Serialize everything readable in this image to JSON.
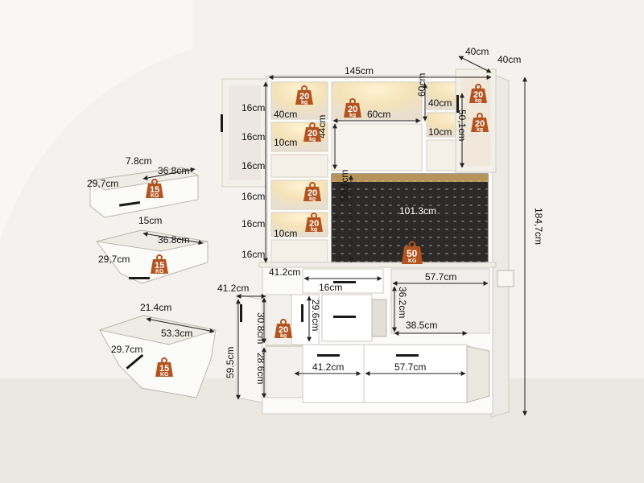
{
  "colors": {
    "background_wall": "#f1efec",
    "floor": "#e7e3de",
    "cabinet": "#fbfbfa",
    "cabinet_edge": "#cfcac3",
    "shelf_glow": "#f4d8a0",
    "pegboard": "#2b2a28",
    "weight_badge": "#b4531e",
    "dim_line": "#222222",
    "handle": "#1a1a1a"
  },
  "dimensions": {
    "overall_width": "145cm",
    "overall_height": "184,7cm",
    "right_depth_top": "40cm",
    "right_depth_side": "40cm",
    "left_row1": "16cm",
    "left_row2": "16cm",
    "left_row3": "16cm",
    "left_row4": "16cm",
    "left_row5": "16cm",
    "left_row6": "16cm",
    "top_left_shelf": "40cm",
    "small_shelf_a": "10cm",
    "small_shelf_b": "10cm",
    "small_shelf_c": "10cm",
    "center_width": "60cm",
    "center_height": "44cm",
    "right_top_height": "60cm",
    "right_top_width": "40cm",
    "right_column_height": "50,1cm",
    "pegboard_height": "50.1cm",
    "pegboard_width": "101.3cm",
    "upper_drawer_width": "41.2cm",
    "upper_drawer_height": "16cm",
    "door_width": "41.2cm",
    "inner_door_height": "30.8cm",
    "lower_cabinet_height": "59.5cm",
    "lower_inner_height": "28.6cm",
    "middle_drawer_height": "29.6cm",
    "microwave_width": "57.7cm",
    "microwave_height": "36.2cm",
    "microwave_depth": "38.5cm",
    "bottom_left_width": "41.2cm",
    "bottom_right_width": "57.7cm",
    "detail1_depth": "7.8cm",
    "detail1_width": "36.8cm",
    "detail1_side": "29,7cm",
    "detail2_depth": "15cm",
    "detail2_width": "36.8cm",
    "detail2_side": "29,7cm",
    "detail3_depth": "21.4cm",
    "detail3_width": "53.3cm",
    "detail3_side": "29.7cm"
  },
  "weights": {
    "top_left": {
      "num": "20",
      "unit": "kg"
    },
    "top_center": {
      "num": "20",
      "unit": "kg"
    },
    "left_mid": {
      "num": "20",
      "unit": "kg"
    },
    "top_right1": {
      "num": "20",
      "unit": "kg"
    },
    "top_right2": {
      "num": "20",
      "unit": "kg"
    },
    "left_lower1": {
      "num": "20",
      "unit": "kg"
    },
    "left_lower2": {
      "num": "20",
      "unit": "kg"
    },
    "pegboard": {
      "num": "50",
      "unit": "KG"
    },
    "door": {
      "num": "20",
      "unit": "kg"
    },
    "detail1": {
      "num": "15",
      "unit": "KG"
    },
    "detail2": {
      "num": "15",
      "unit": "KG"
    },
    "detail3": {
      "num": "15",
      "unit": "KG"
    }
  }
}
